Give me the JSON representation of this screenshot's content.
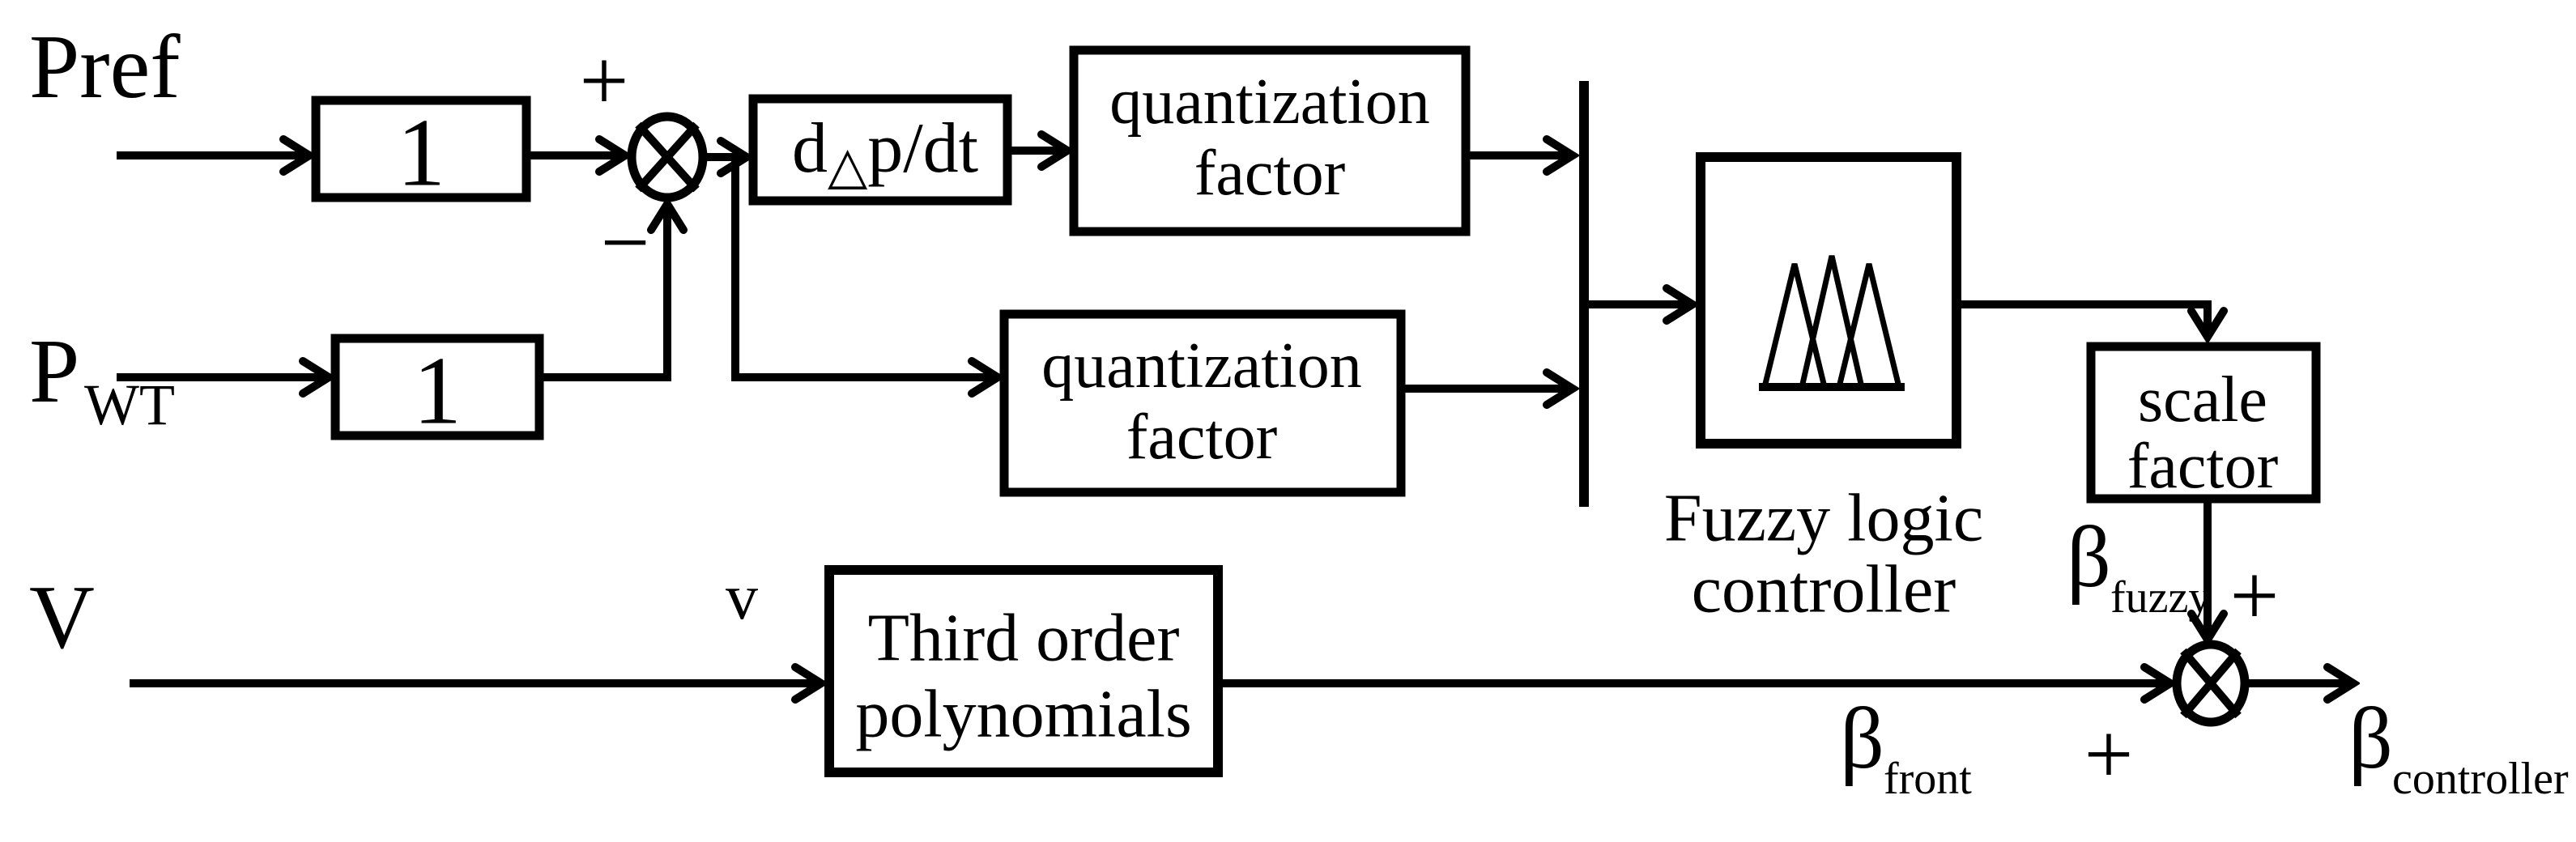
{
  "diagram": {
    "title_implicit": "Fuzzy logic pitch controller block diagram",
    "colors": {
      "ink": "#000000",
      "background": "#ffffff"
    },
    "inputs": {
      "pref": "Pref",
      "pwt_base": "P",
      "pwt_sub": "WT",
      "wind_major": "V",
      "wind_minor": "v"
    },
    "blocks": {
      "gain_top": "1",
      "gain_bottom": "1",
      "derivative_d": "d",
      "derivative_delta": "△",
      "derivative_rest": "p/dt",
      "quant_top_line1": "quantization",
      "quant_top_line2": "factor",
      "quant_bottom_line1": "quantization",
      "quant_bottom_line2": "factor",
      "flc_caption_line1": "Fuzzy logic",
      "flc_caption_line2": "controller",
      "scale_line1": "scale",
      "scale_line2": "factor",
      "poly_line1": "Third order",
      "poly_line2": "polynomials"
    },
    "signs": {
      "sum1_plus": "+",
      "sum1_minus": "−",
      "sum2_plus_top": "+",
      "sum2_plus_left": "+"
    },
    "outputs": {
      "beta_fuzzy_base": "β",
      "beta_fuzzy_sub": "fuzzy",
      "beta_front_base": "β",
      "beta_front_sub": "front",
      "beta_controller_base": "β",
      "beta_controller_sub": "controller"
    },
    "icons": {
      "membership_icon": "fuzzy-membership-triangles",
      "sum_icon": "crossed-circle-summing-junction",
      "arrow_icon": "open-chevron-arrowhead"
    }
  }
}
